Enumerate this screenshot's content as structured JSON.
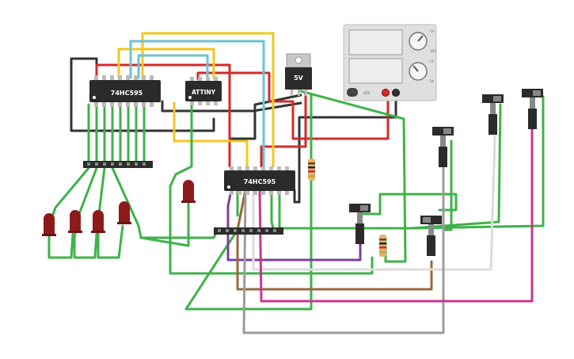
{
  "components": {
    "shift_register_top": {
      "label": "74HC595"
    },
    "microcontroller": {
      "label": "ATTINY"
    },
    "shift_register_bottom": {
      "label": "74HC595"
    },
    "voltage_regulator": {
      "label": "5V"
    },
    "power_supply": {
      "off_label": "OFF"
    }
  },
  "colors": {
    "wire_green": "#3fb24a",
    "wire_red": "#d42a2a",
    "wire_yellow": "#f2c81d",
    "wire_cyan": "#6cc3d5",
    "wire_black": "#333333",
    "wire_purple": "#7b3fa0",
    "wire_brown": "#9a6a3c",
    "wire_white": "#e6e6e6",
    "wire_gray": "#9c9c9c",
    "wire_magenta": "#c8378f",
    "chip_body": "#2b2b2b",
    "led_red": "#8e1b1b"
  }
}
